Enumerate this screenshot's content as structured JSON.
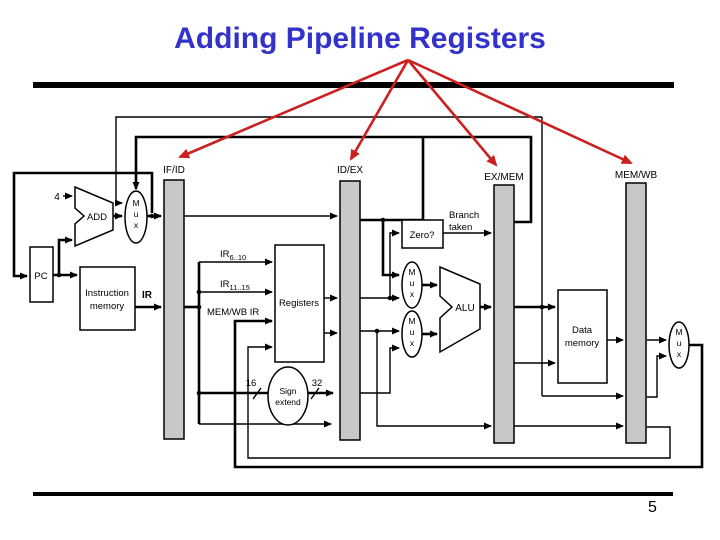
{
  "slide": {
    "title": "Adding Pipeline Registers",
    "page_number": "5",
    "title_color": "#3333cc",
    "pointer_color": "#cc2020",
    "register_fill": "#c8c8c8"
  },
  "diagram": {
    "pipeline_registers": [
      {
        "label": "IF/ID"
      },
      {
        "label": "ID/EX"
      },
      {
        "label": "EX/MEM"
      },
      {
        "label": "MEM/WB"
      }
    ],
    "mux_letters": [
      "M",
      "u",
      "x"
    ],
    "components": {
      "four": "4",
      "pc": "PC",
      "add": "ADD",
      "instruction_memory_line1": "Instruction",
      "instruction_memory_line2": "memory",
      "ir": "IR",
      "ir_hi_base": "IR",
      "ir_hi_sub": "6..10",
      "ir_lo_base": "IR",
      "ir_lo_sub": "11..15",
      "memwb_ir": "MEM/WB IR",
      "registers": "Registers",
      "sign_extend_line1": "Sign",
      "sign_extend_line2": "extend",
      "bits_in": "16",
      "bits_out": "32",
      "zero": "Zero?",
      "branch_taken_line1": "Branch",
      "branch_taken_line2": "taken",
      "alu": "ALU",
      "data_memory_line1": "Data",
      "data_memory_line2": "memory"
    }
  }
}
